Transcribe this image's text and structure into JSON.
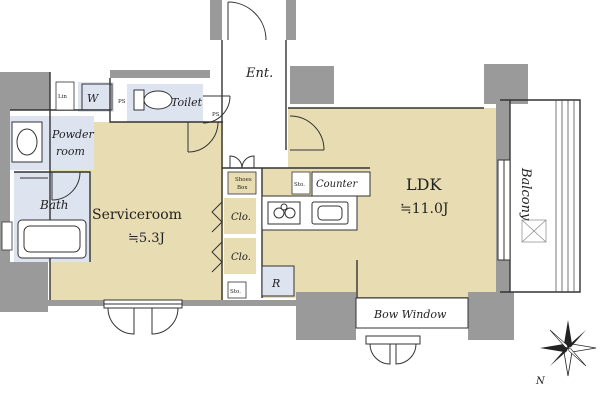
{
  "rooms": {
    "ldk": {
      "name": "LDK",
      "area": "≒11.0J"
    },
    "serviceroom": {
      "name": "Serviceroom",
      "area": "≒5.3J"
    },
    "entrance": {
      "name": "Ent."
    },
    "toilet": {
      "name": "Toilet"
    },
    "powder_room": {
      "line1": "Powder",
      "line2": "room"
    },
    "bath": {
      "name": "Bath"
    },
    "balcony": {
      "name": "Balcony"
    },
    "bow_window": {
      "name": "Bow Window"
    }
  },
  "fixtures": {
    "counter": "Counter",
    "closet_upper": "Clo.",
    "closet_lower": "Clo.",
    "refrigerator": "R",
    "washer": "W",
    "shoes_box_line1": "Shoes",
    "shoes_box_line2": "Box",
    "storage_small_1": "Sto.",
    "storage_small_2": "Sto.",
    "linen": "Lin",
    "ps_1": "PS",
    "ps_2": "PS"
  },
  "compass": {
    "north": "N"
  },
  "colors": {
    "room_fill": "#e8dcb2",
    "wet_fill": "#dde3ef",
    "wall": "#9a9a9a",
    "line": "#333333"
  }
}
